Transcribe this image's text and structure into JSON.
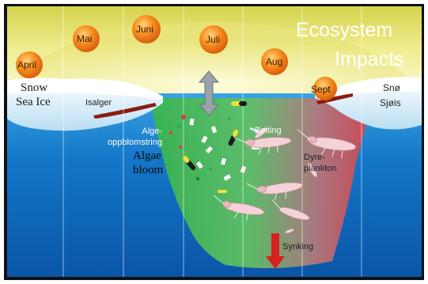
{
  "title": {
    "line1": "Ecosystem",
    "line2": "Impacts"
  },
  "months": [
    "April",
    "Mai",
    "Juni",
    "Juli",
    "Aug",
    "Sept"
  ],
  "left_labels": {
    "snow": "Snow",
    "sea_ice": "Sea Ice",
    "isalger": "Isalger"
  },
  "right_labels": {
    "snow": "Snø",
    "sea_ice": "Sjøis"
  },
  "process_labels": {
    "algal_bloom_no": "Alge-\noppblomstring",
    "algae": "Algae",
    "bloom": "bloom",
    "grazing": "Beiting",
    "zooplankton": "Dyre-\nplankton",
    "sinking": "Synking"
  },
  "colors": {
    "sky": "#f2ef9a",
    "sun": "#f28c1e",
    "sea": "#1273c4",
    "bloom_green": "#37b24a",
    "bloom_red": "#d8404a",
    "arrow_red": "#d61f1f"
  }
}
